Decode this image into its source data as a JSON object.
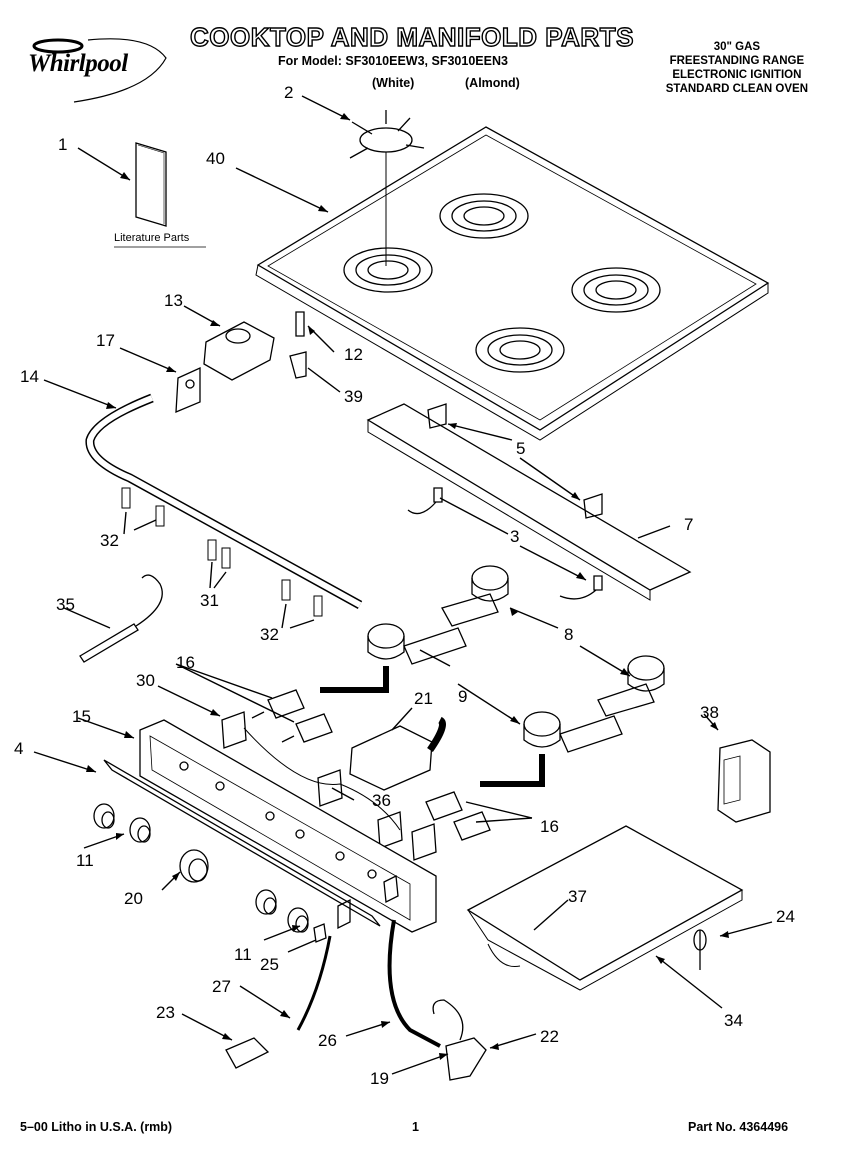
{
  "brand": "Whirlpool",
  "title": "COOKTOP AND MANIFOLD PARTS",
  "model_line": "For Model: SF3010EEW3, SF3010EEN3",
  "variants": [
    "(White)",
    "(Almond)"
  ],
  "spec_lines": [
    "30\" GAS",
    "FREESTANDING RANGE",
    "ELECTRONIC IGNITION",
    "STANDARD CLEAN OVEN"
  ],
  "literature_label": "Literature Parts",
  "footer": {
    "left": "5–00 Litho in U.S.A. (rmb)",
    "page": "1",
    "part": "Part No. 4364496"
  },
  "callouts": [
    "1",
    "2",
    "40",
    "13",
    "12",
    "17",
    "14",
    "39",
    "5",
    "7",
    "3",
    "32",
    "31",
    "32",
    "35",
    "8",
    "16",
    "9",
    "30",
    "21",
    "15",
    "38",
    "4",
    "36",
    "16",
    "11",
    "20",
    "37",
    "24",
    "11",
    "25",
    "27",
    "23",
    "26",
    "22",
    "19",
    "34"
  ]
}
